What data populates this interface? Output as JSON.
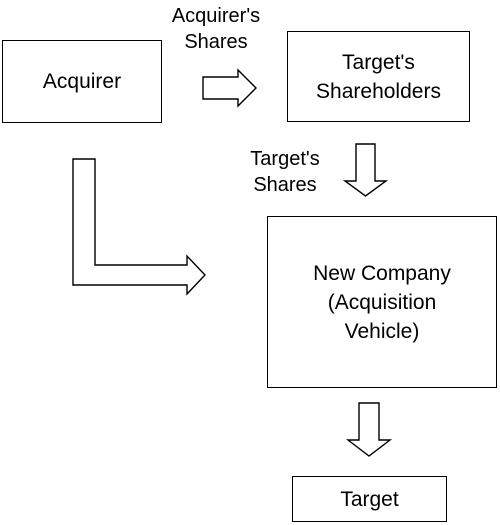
{
  "diagram": {
    "boxes": {
      "acquirer": "Acquirer",
      "target_shareholders": "Target's\nShareholders",
      "new_company": "New Company\n(Acquisition\nVehicle)",
      "target": "Target"
    },
    "labels": {
      "acquirer_shares": "Acquirer's\nShares",
      "target_shares": "Target's\nShares"
    }
  }
}
